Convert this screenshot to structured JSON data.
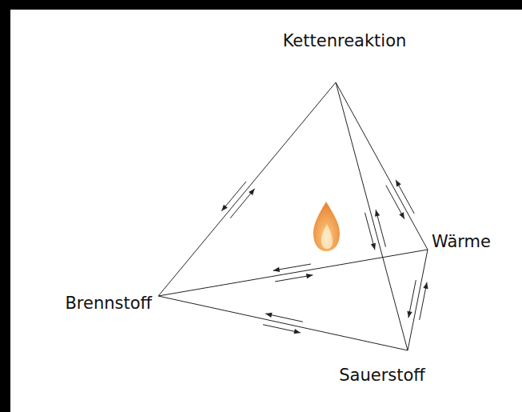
{
  "diagram": {
    "labels": [
      "Kettenreaktion",
      "Brennstoff",
      "Wärme",
      "Sauerstoff"
    ]
  }
}
